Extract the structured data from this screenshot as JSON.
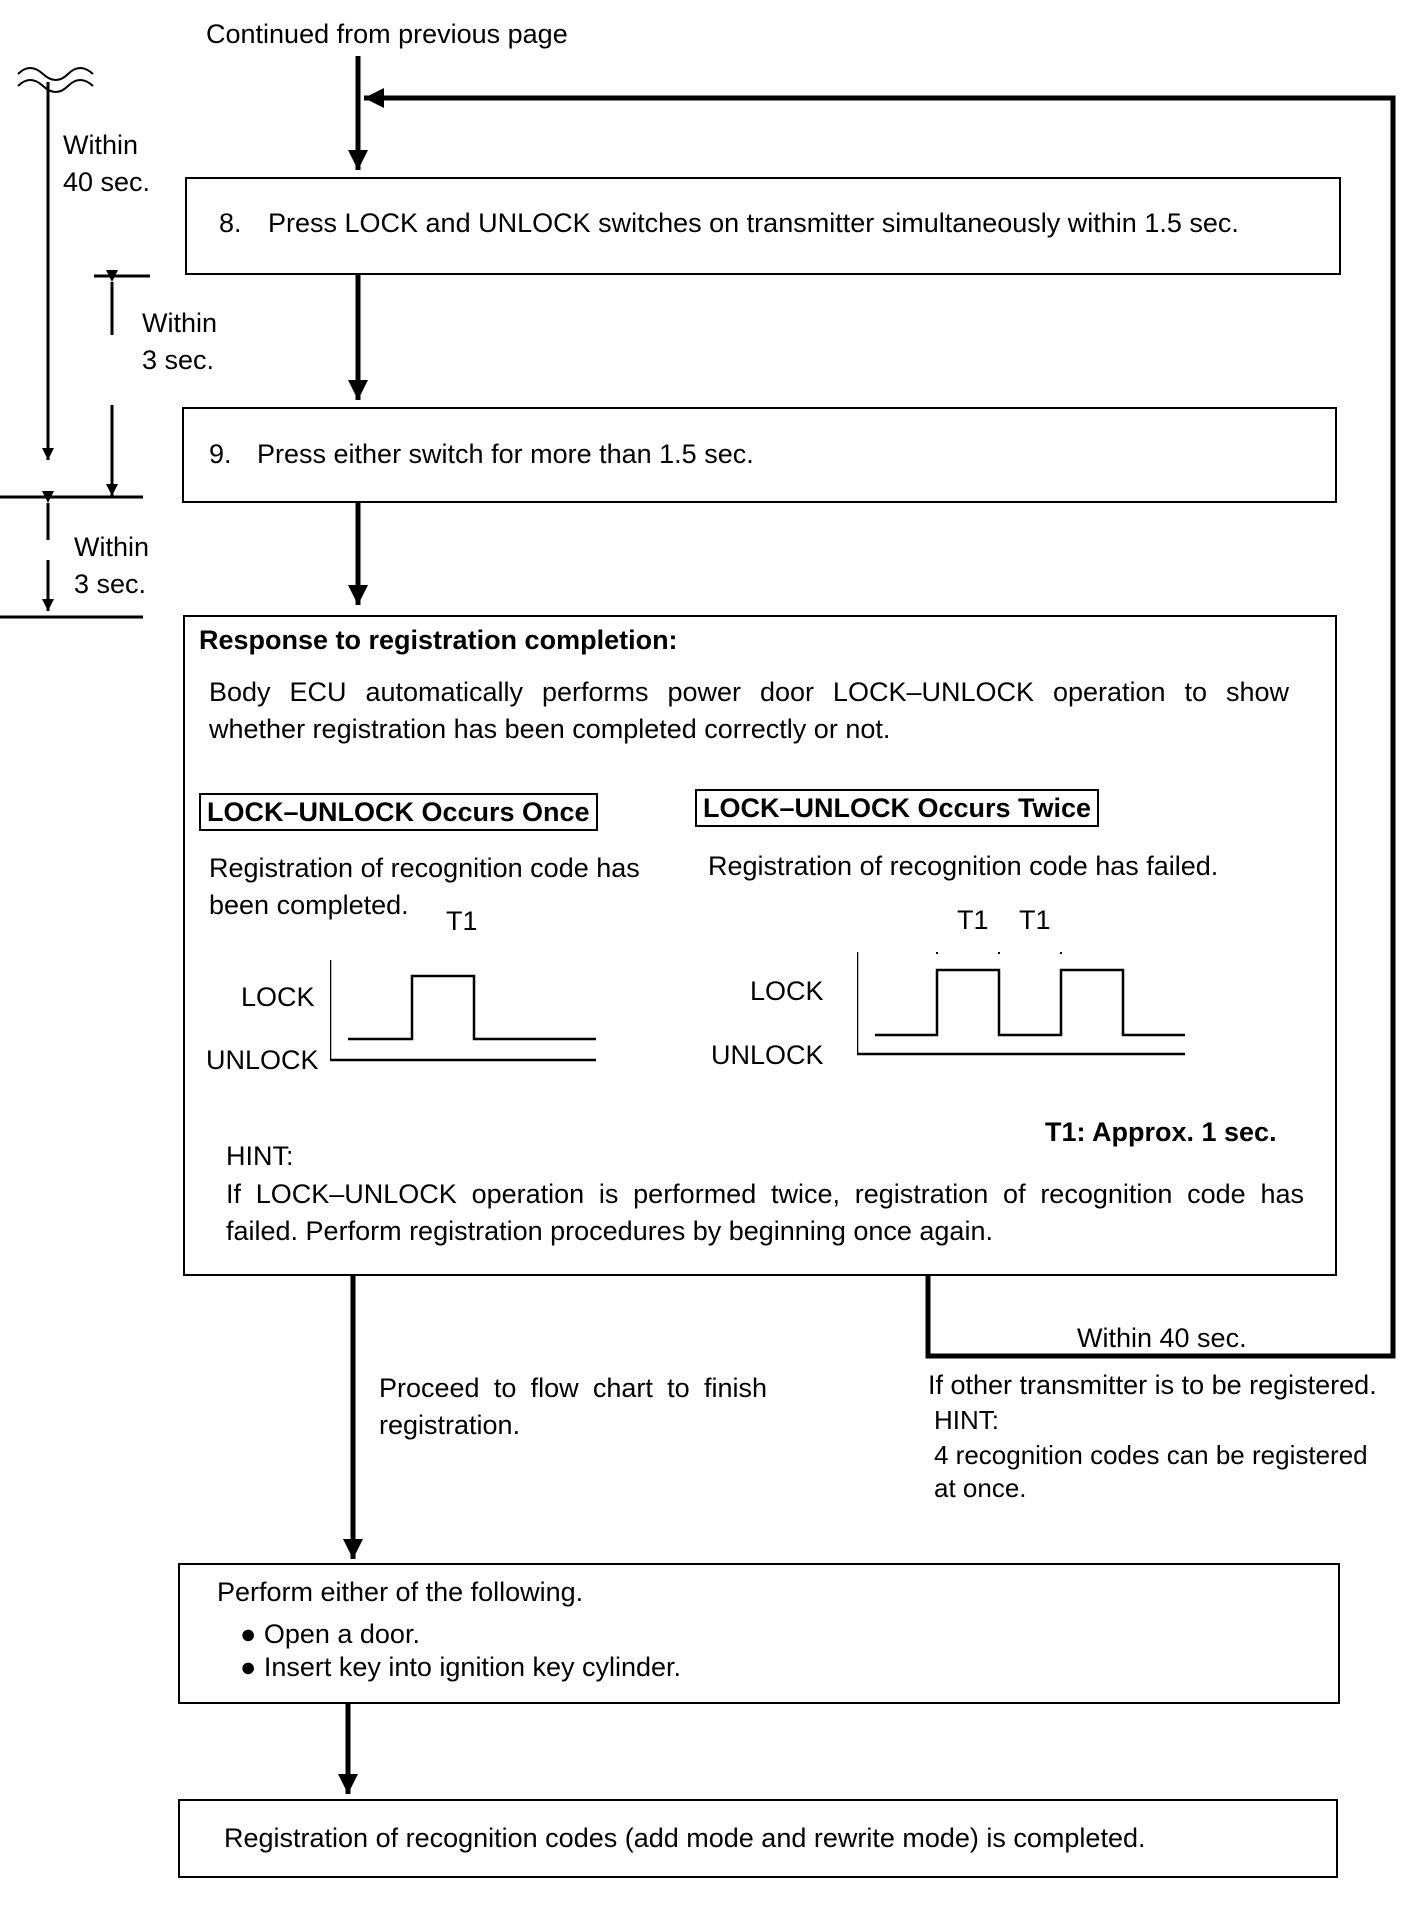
{
  "header": {
    "continued": "Continued from previous page"
  },
  "timing": {
    "t40": [
      "Within",
      "40 sec."
    ],
    "t3a": [
      "Within",
      "3 sec."
    ],
    "t3b": [
      "Within",
      "3 sec."
    ]
  },
  "steps": {
    "step8": {
      "num": "8.",
      "text": "Press LOCK and UNLOCK switches on transmitter simultaneously within 1.5 sec."
    },
    "step9": {
      "num": "9.",
      "text": "Press either switch for more than 1.5 sec."
    }
  },
  "response": {
    "title": "Response to registration completion:",
    "body": [
      "Body ECU automatically performs power door LOCK–UNLOCK operation to show",
      "whether registration has been completed correctly or not."
    ],
    "once": {
      "label": "LOCK–UNLOCK Occurs Once",
      "text": [
        "Registration of recognition code has",
        "been completed."
      ]
    },
    "twice": {
      "label": "LOCK–UNLOCK Occurs Twice",
      "text": [
        "Registration of recognition code has failed."
      ]
    },
    "signal": {
      "lock": "LOCK",
      "unlock": "UNLOCK",
      "t1": "T1"
    },
    "t1_note": "T1: Approx. 1 sec.",
    "hint_title": "HINT:",
    "hint_body": [
      "If LOCK–UNLOCK operation is performed twice, registration of recognition code has",
      "failed. Perform registration procedures by beginning once again."
    ]
  },
  "branches": {
    "proceed": [
      "Proceed to flow chart to finish",
      "registration."
    ],
    "loop_time": "Within 40 sec.",
    "other": "If other transmitter is to be registered.",
    "hint_title": "HINT:",
    "hint_body": [
      "4 recognition codes can be registered",
      "at once."
    ]
  },
  "perform": {
    "title": "Perform either of the following.",
    "items": [
      "Open a door.",
      "Insert key into ignition key cylinder."
    ]
  },
  "final": {
    "text": "Registration of recognition codes (add mode and rewrite mode) is completed."
  }
}
